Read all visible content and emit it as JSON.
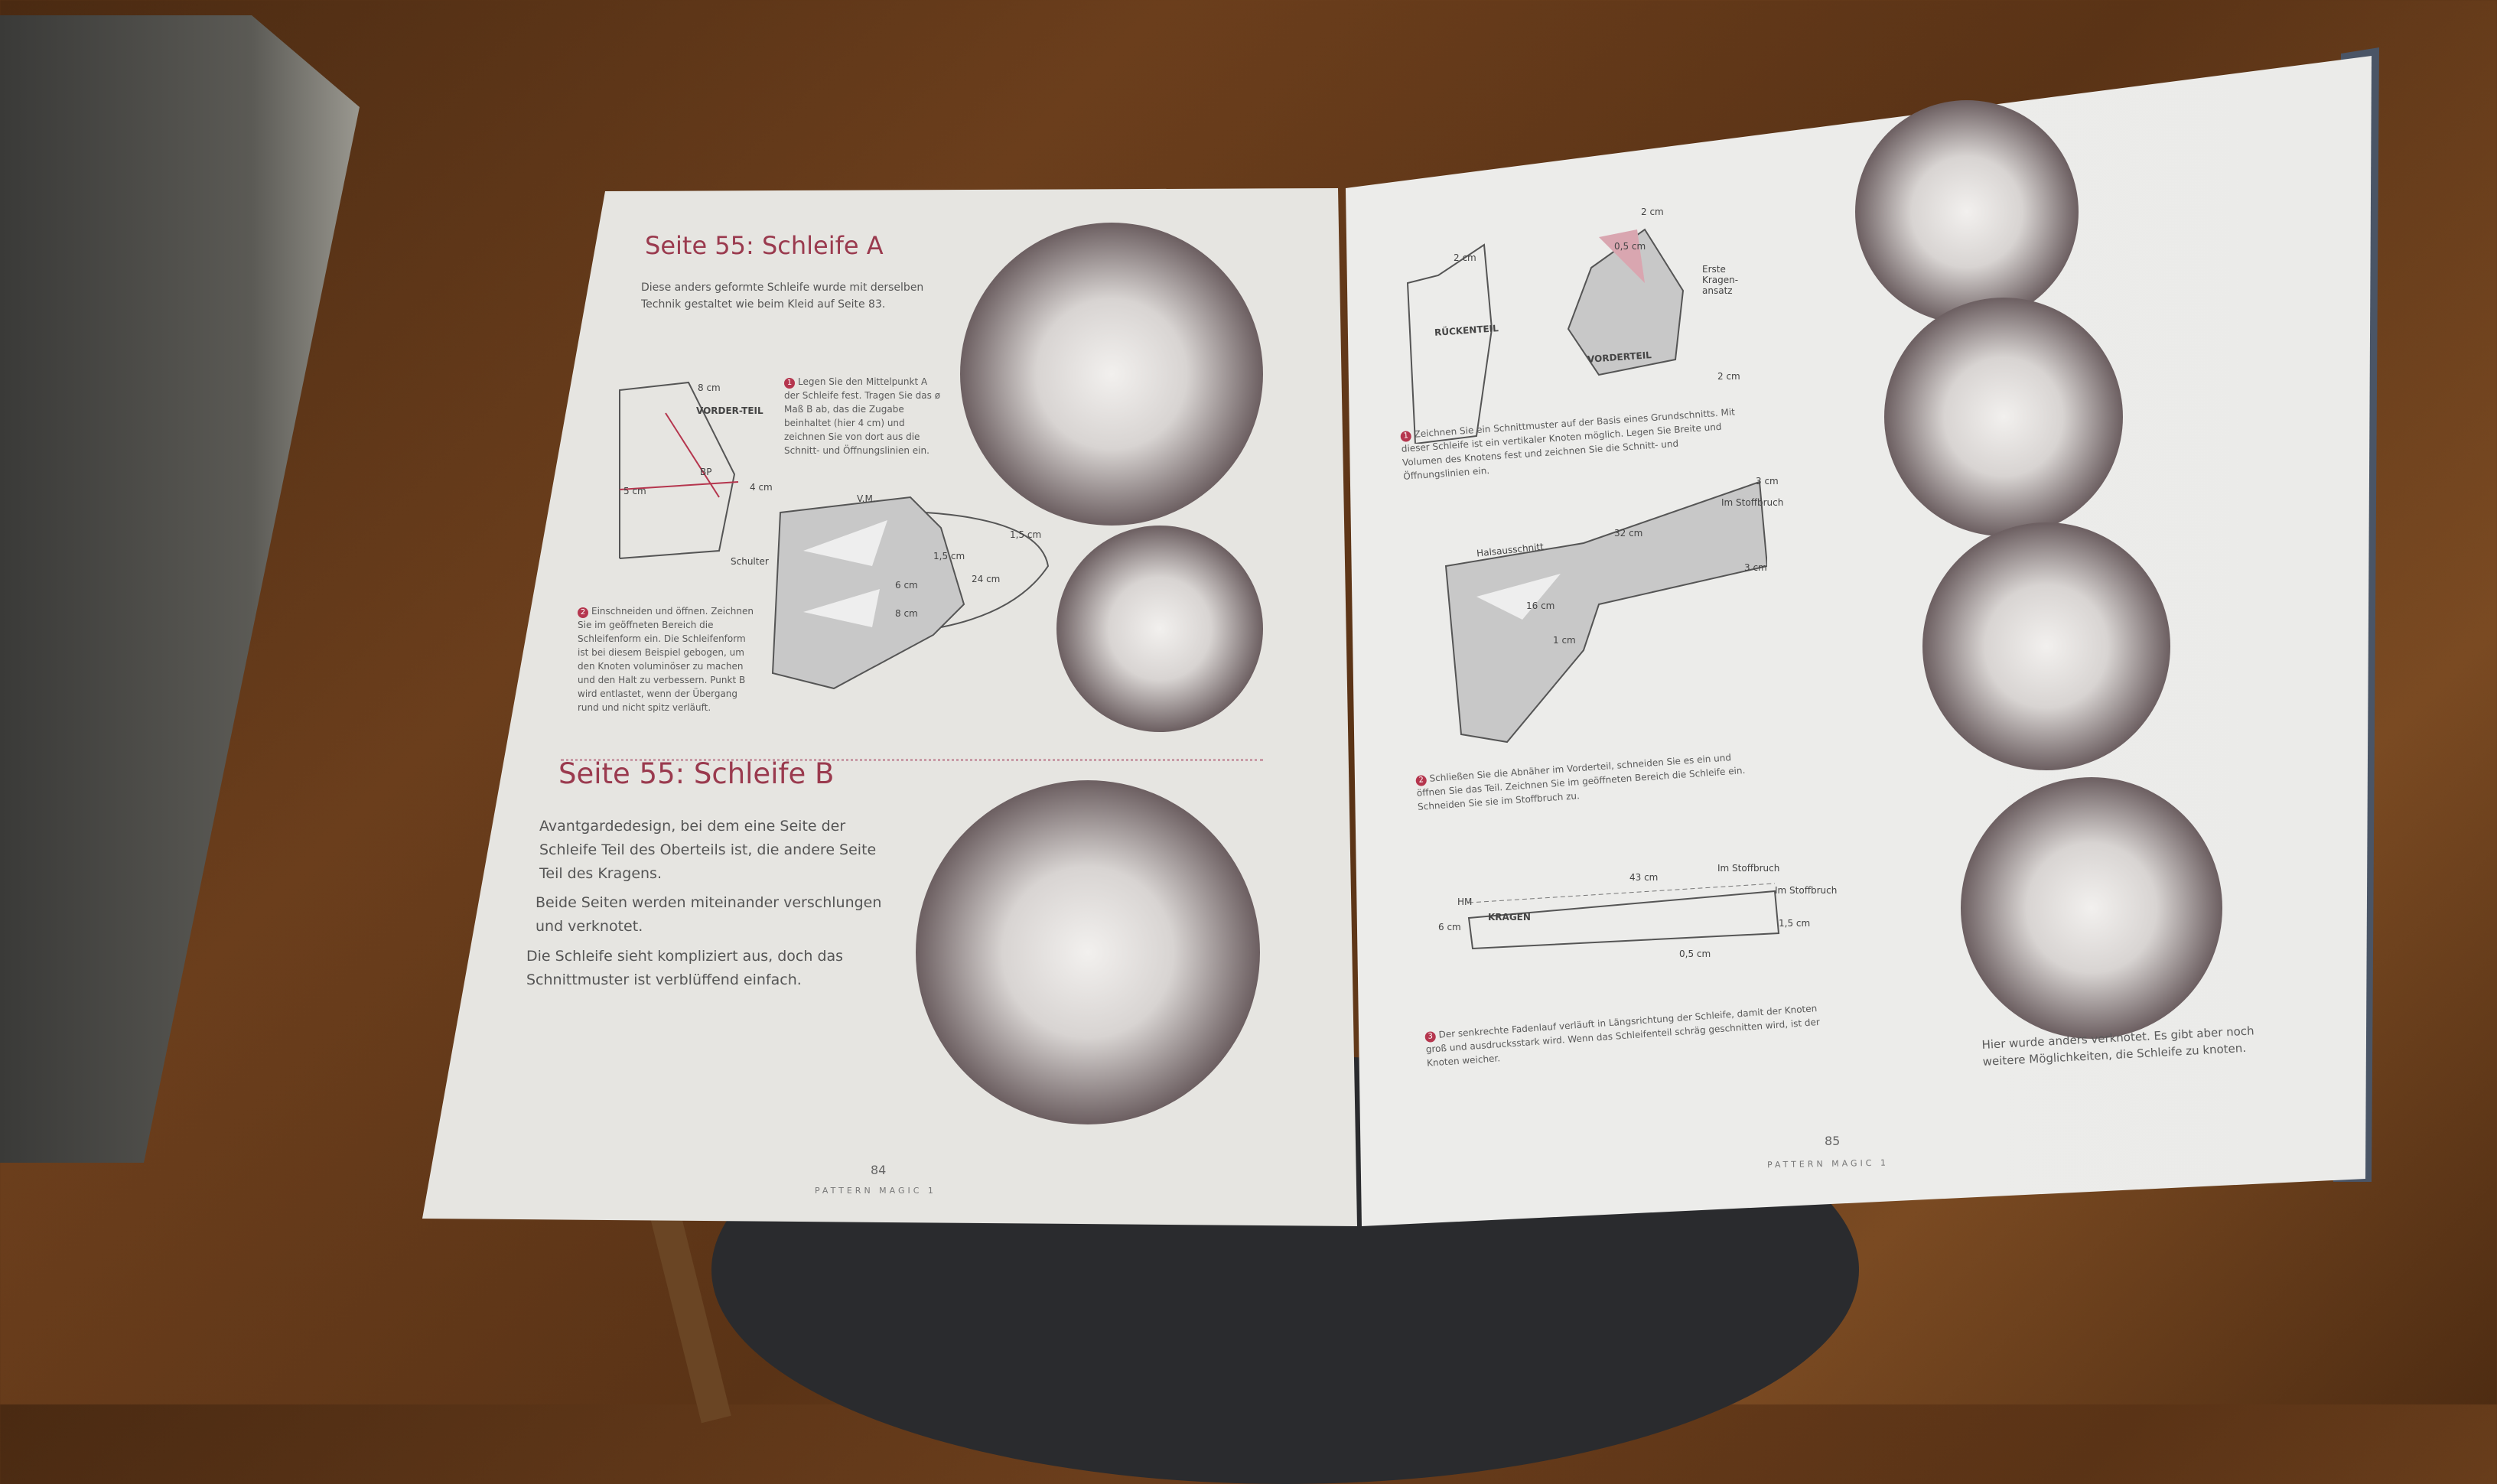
{
  "left_page": {
    "title_a": "Seite 55: Schleife A",
    "intro_a": "Diese anders geformte Schleife wurde mit derselben Technik gestaltet wie beim Kleid auf Seite 83.",
    "step_1": "Legen Sie den Mittelpunkt A der Schleife fest. Tragen Sie das ø Maß B ab, das die Zugabe beinhaltet (hier 4 cm) und zeichnen Sie von dort aus die Schnitt- und Öffnungslinien ein.",
    "step_2": "Einschneiden und öffnen. Zeichnen Sie im geöffneten Bereich die Schleifenform ein. Die Schleifenform ist bei diesem Beispiel gebogen, um den Knoten voluminöser zu machen und den Halt zu verbessern. Punkt B wird entlastet, wenn der Übergang rund und nicht spitz verläuft.",
    "diagram_labels": {
      "vorderteil": "VORDER-TEIL",
      "bp": "BP",
      "cm8": "8 cm",
      "cm4": "4 cm",
      "cm5": "5 cm",
      "schulter": "Schulter",
      "vm": "V.M.",
      "cm15": "1,5 cm",
      "cm24": "24 cm",
      "cm15b": "1,5 cm",
      "cm6": "6 cm",
      "cm8b": "8 cm"
    },
    "title_b": "Seite 55: Schleife B",
    "para_b1": "Avantgardedesign, bei dem eine Seite der Schleife Teil des Oberteils ist, die andere Seite Teil des Kragens.",
    "para_b2": "Beide Seiten werden miteinander verschlungen und verknotet.",
    "para_b3": "Die Schleife sieht kompliziert aus, doch das Schnittmuster ist verblüffend einfach.",
    "page_number": "84",
    "footer": "PATTERN MAGIC 1"
  },
  "right_page": {
    "step_1": "Zeichnen Sie ein Schnittmuster auf der Basis eines Grundschnitts. Mit dieser Schleife ist ein vertikaler Knoten möglich. Legen Sie Breite und Volumen des Knotens fest und zeichnen Sie die Schnitt- und Öffnungslinien ein.",
    "step_2": "Schließen Sie die Abnäher im Vorderteil, schneiden Sie es ein und öffnen Sie das Teil. Zeichnen Sie im geöffneten Bereich die Schleife ein. Schneiden Sie sie im Stoffbruch zu.",
    "step_3": "Der senkrechte Fadenlauf verläuft in Längsrichtung der Schleife, damit der Knoten groß und ausdrucksstark wird. Wenn das Schleifenteil schräg geschnitten wird, ist der Knoten weicher.",
    "diagram_labels": {
      "rueckenteil": "RÜCKENTEIL",
      "vorderteil": "VORDERTEIL",
      "cm2a": "2 cm",
      "cm05": "0,5 cm",
      "cm2b": "2 cm",
      "erste": "Erste Kragen-ansatz",
      "cm2c": "2 cm",
      "halsausschnitt": "Halsausschnitt",
      "cm32": "32 cm",
      "cm3a": "3 cm",
      "stoffbruch1": "Im Stoffbruch",
      "cm3b": "3 cm",
      "cm16": "16 cm",
      "cm1": "1 cm",
      "hm": "HM",
      "kragen": "KRAGEN",
      "cm43": "43 cm",
      "stoffbruch2": "Im Stoffbruch",
      "stoffbruch3": "Im Stoffbruch",
      "cm6": "6 cm",
      "cm15": "1,5 cm",
      "cm05b": "0,5 cm"
    },
    "caption": "Hier wurde anders verknotet. Es gibt aber noch weitere Möglichkeiten, die Schleife zu knoten.",
    "page_number": "85",
    "footer": "PATTERN MAGIC 1"
  },
  "colors": {
    "accent": "#9a3a4e",
    "paper": "#e6e5e1",
    "wood": "#6b3e1c"
  }
}
